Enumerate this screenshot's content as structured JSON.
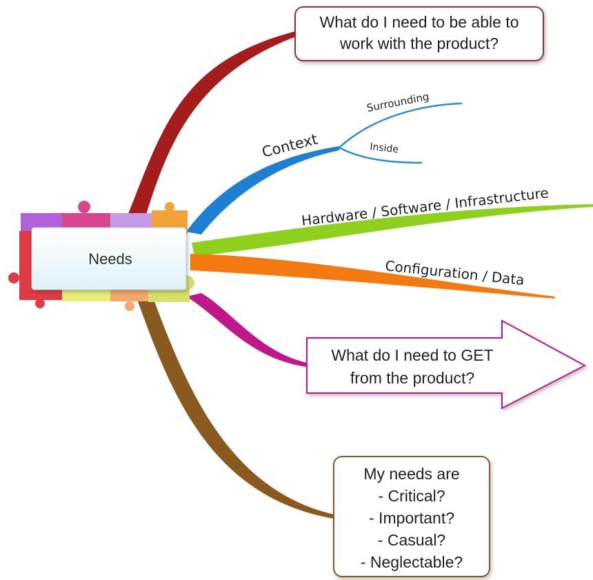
{
  "central": {
    "label": "Needs"
  },
  "branches": {
    "work_with": {
      "lines": [
        "What do I need to be able to",
        "work with the product?"
      ],
      "color": "#9e1b1b"
    },
    "context": {
      "label": "Context",
      "color": "#1e7fd0",
      "sub": [
        "Surrounding",
        "Inside"
      ]
    },
    "hardware": {
      "label": "Hardware / Software / Infrastructure",
      "color": "#8fcf1d"
    },
    "configuration": {
      "label": "Configuration / Data",
      "color": "#f47a12"
    },
    "get_from": {
      "lines": [
        "What do I need to GET",
        "from the product?"
      ],
      "color": "#c21a86"
    },
    "my_needs": {
      "lines": [
        "My needs are",
        "- Critical?",
        "- Important?",
        "- Casual?",
        "- Neglectable?"
      ],
      "color": "#8a5a1e"
    }
  }
}
